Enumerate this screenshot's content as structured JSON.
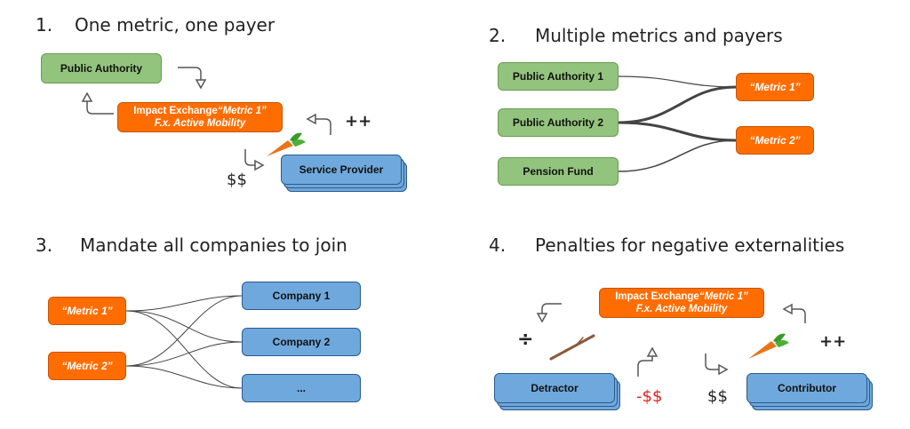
{
  "sections": [
    {
      "num": "1.",
      "title": "One metric, one payer"
    },
    {
      "num": "2.",
      "title": "Multiple metrics and payers"
    },
    {
      "num": "3.",
      "title": "Mandate all companies to join"
    },
    {
      "num": "4.",
      "title": "Penalties for negative externalities"
    }
  ],
  "s1": {
    "public_authority": "Public Authority",
    "exchange_prefix": "Impact Exchange",
    "exchange_metric": "“Metric 1”",
    "exchange_sub": "F.x. Active Mobility",
    "service_provider": "Service Provider",
    "money": "$$",
    "plus": "++"
  },
  "s2": {
    "payers": [
      "Public Authority 1",
      "Public Authority 2",
      "Pension Fund"
    ],
    "metrics": [
      "“Metric 1”",
      "“Metric 2”"
    ]
  },
  "s3": {
    "metrics": [
      "“Metric 1”",
      "“Metric 2”"
    ],
    "companies": [
      "Company 1",
      "Company 2",
      "..."
    ]
  },
  "s4": {
    "exchange_prefix": "Impact Exchange",
    "exchange_metric": "“Metric 1”",
    "exchange_sub": "F.x. Active Mobility",
    "detractor": "Detractor",
    "contributor": "Contributor",
    "divide": "÷",
    "penalty": "-$$",
    "money": "$$",
    "plus": "++"
  },
  "colors": {
    "green": "#93c47d",
    "orange": "#ff6d01",
    "blue": "#6fa8dc",
    "red": "#e02020"
  },
  "icons": [
    "curved-arrow-icon",
    "carrot-icon",
    "stick-icon"
  ]
}
